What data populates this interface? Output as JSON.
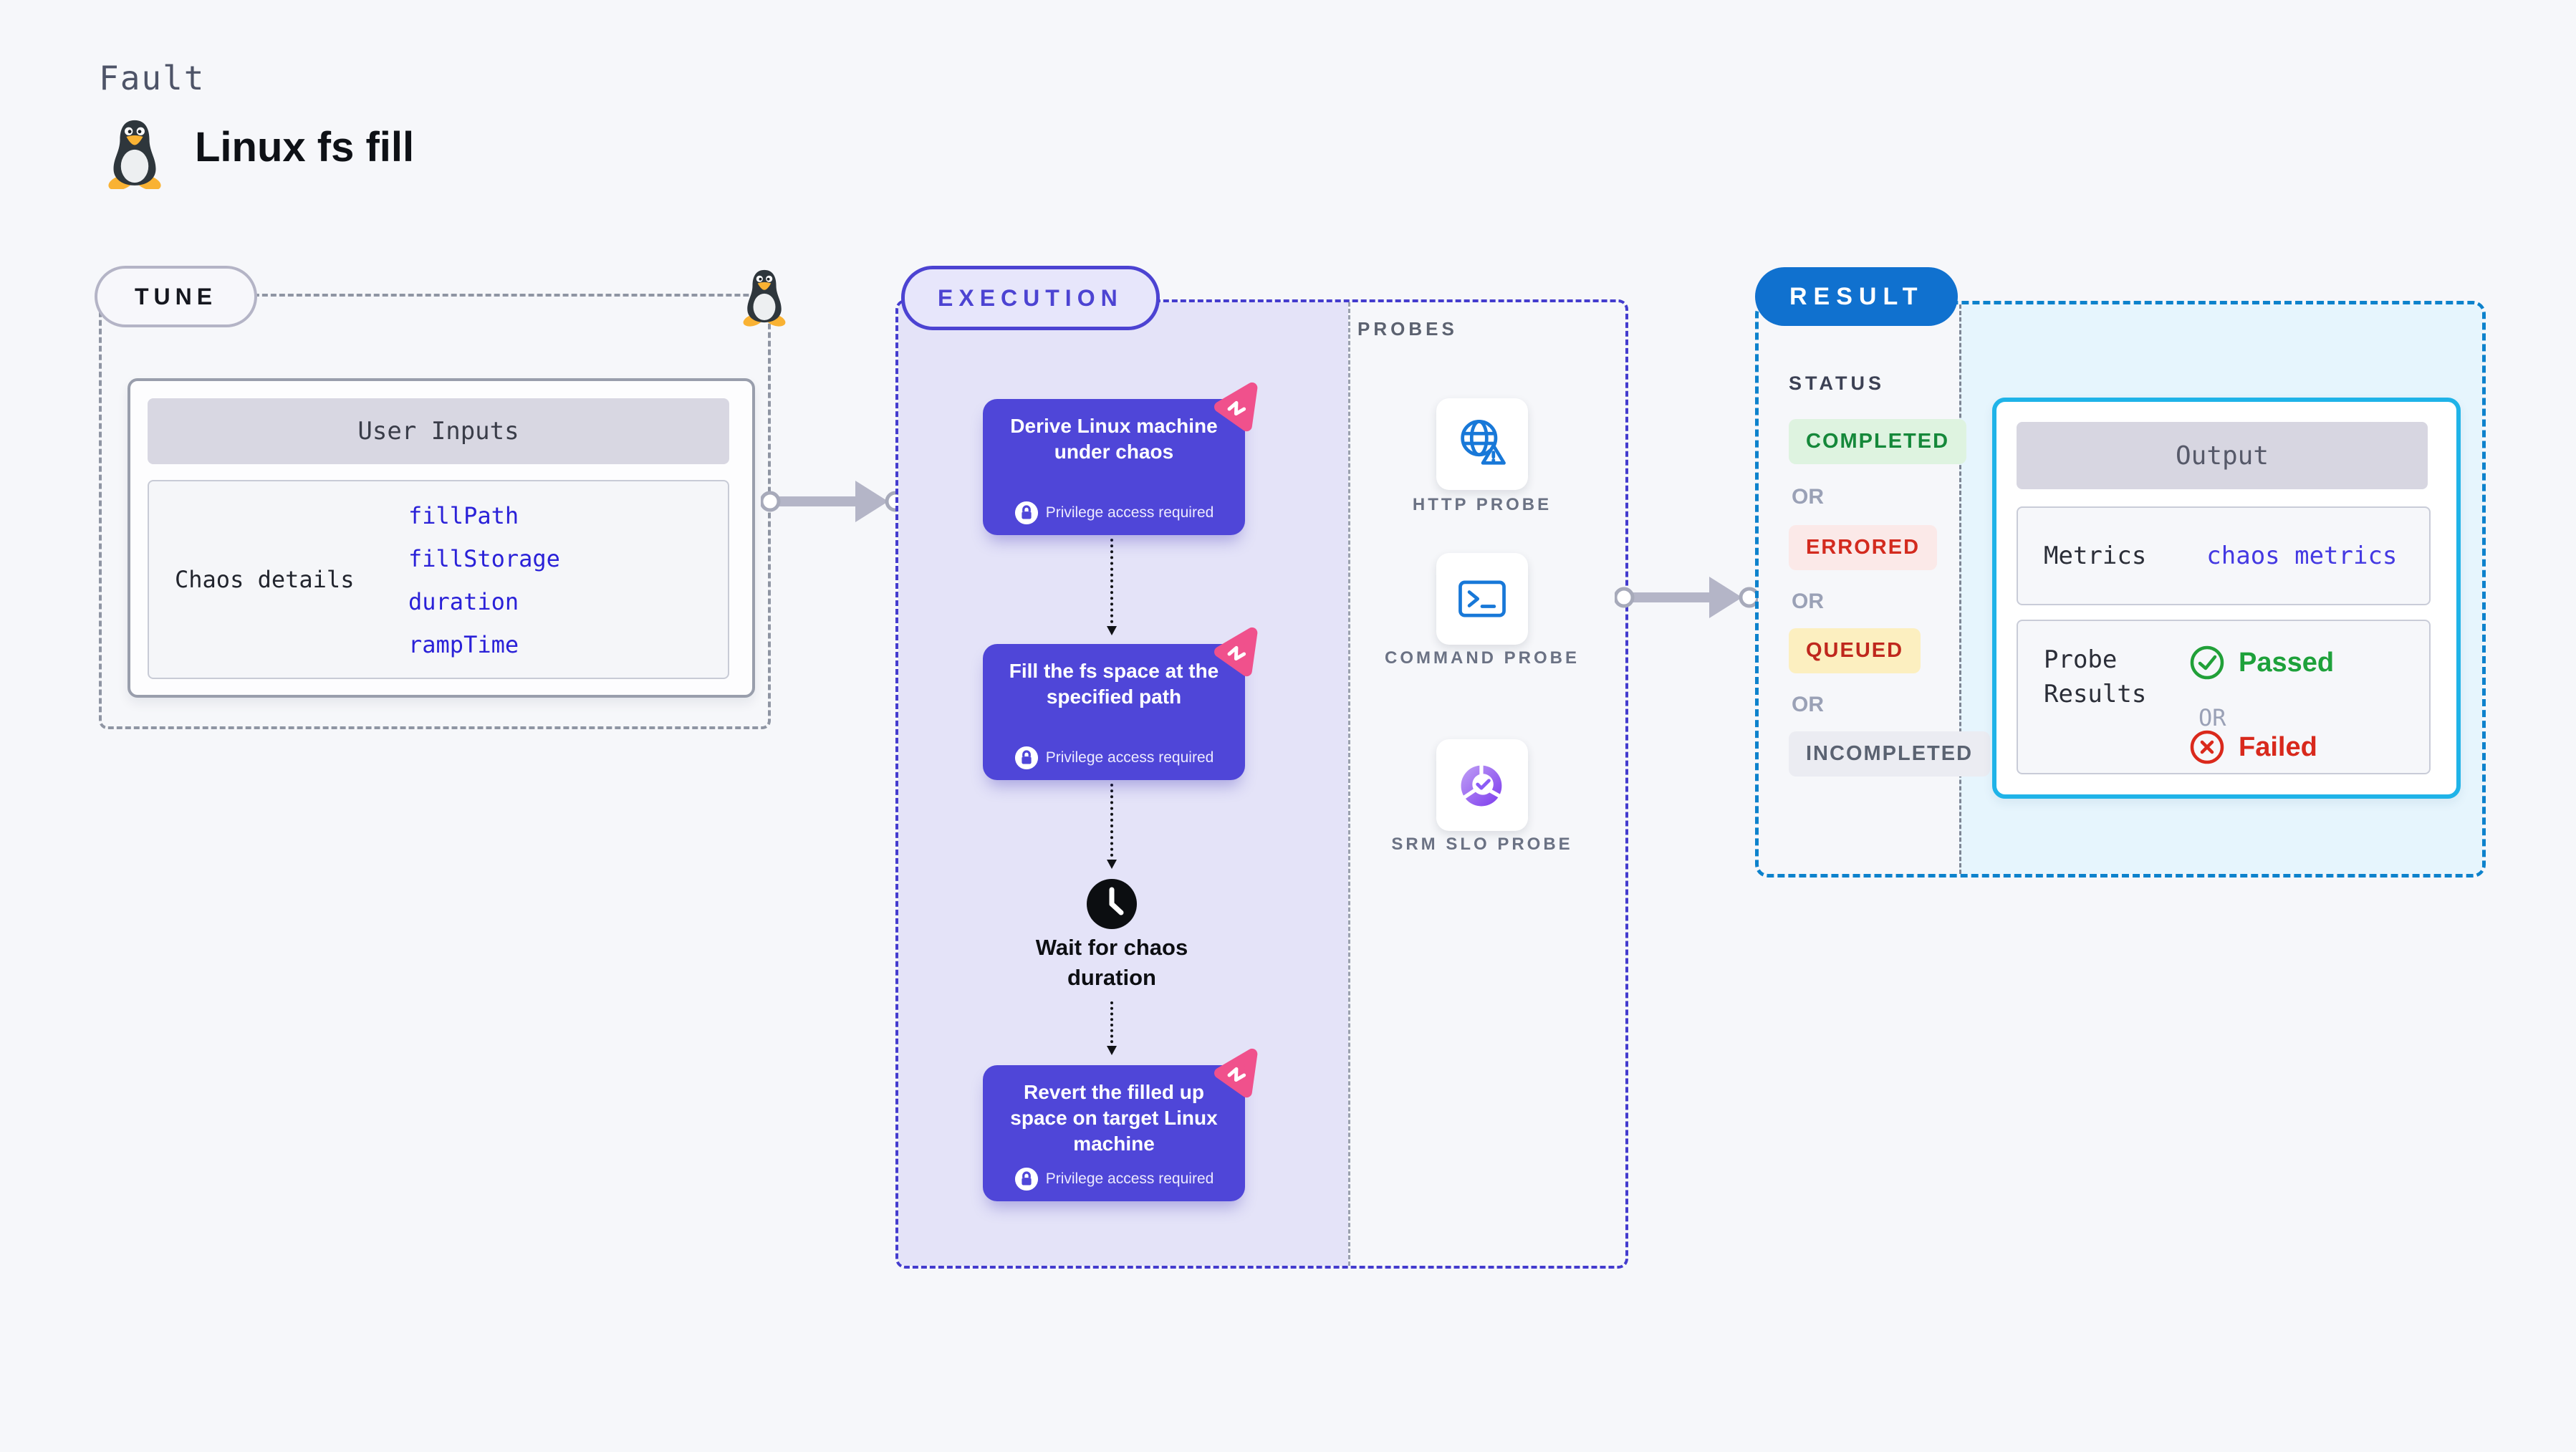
{
  "page": {
    "kicker": "Fault",
    "title": "Linux fs fill"
  },
  "tune": {
    "badge": "TUNE",
    "card": {
      "header": "User Inputs",
      "row_label": "Chaos details",
      "inputs": [
        "fillPath",
        "fillStorage",
        "duration",
        "rampTime"
      ]
    }
  },
  "execution": {
    "badge": "EXECUTION",
    "steps": [
      {
        "title": "Derive Linux machine under chaos",
        "note": "Privilege access required"
      },
      {
        "title": "Fill the fs space at the specified path",
        "note": "Privilege access required"
      },
      {
        "title": "Revert the filled up space on target Linux machine",
        "note": "Privilege access required"
      }
    ],
    "wait_label": "Wait for chaos duration"
  },
  "probes": {
    "heading": "PROBES",
    "items": [
      {
        "label": "HTTP PROBE",
        "icon": "globe-alert-icon"
      },
      {
        "label": "COMMAND PROBE",
        "icon": "terminal-icon"
      },
      {
        "label": "SRM SLO PROBE",
        "icon": "slo-donut-icon"
      }
    ]
  },
  "result": {
    "badge": "RESULT",
    "status": {
      "heading": "STATUS",
      "separator": "OR",
      "options": [
        {
          "label": "COMPLETED",
          "bg": "#def3e0",
          "color": "#15883a"
        },
        {
          "label": "ERRORED",
          "bg": "#fbe9e8",
          "color": "#d32a1e"
        },
        {
          "label": "QUEUED",
          "bg": "#fcefc0",
          "color": "#bf271d"
        },
        {
          "label": "INCOMPLETED",
          "bg": "#ebecf2",
          "color": "#5a6271"
        }
      ]
    },
    "output": {
      "header": "Output",
      "metrics_label": "Metrics",
      "metrics_value": "chaos metrics",
      "probe_results_label": "Probe Results",
      "passed": "Passed",
      "or": "OR",
      "failed": "Failed"
    }
  },
  "colors": {
    "indigo_card": "#4f46d8",
    "indigo_border": "#443cce",
    "lavender_bg": "#e4e3f8",
    "chaos_pink": "#f0518c",
    "result_badge_blue": "#1071cf",
    "result_dash_blue": "#0d82cc",
    "output_border_cyan": "#1fb3e8",
    "output_bg_cyan": "#e6f5fd",
    "input_link_blue": "#2a21d8",
    "metrics_link_blue": "#4439e2",
    "passed_green": "#1ea13b",
    "failed_red": "#d8291c",
    "probe_icon_blue": "#1878d8",
    "arrow_gray": "#b4b5c7"
  }
}
